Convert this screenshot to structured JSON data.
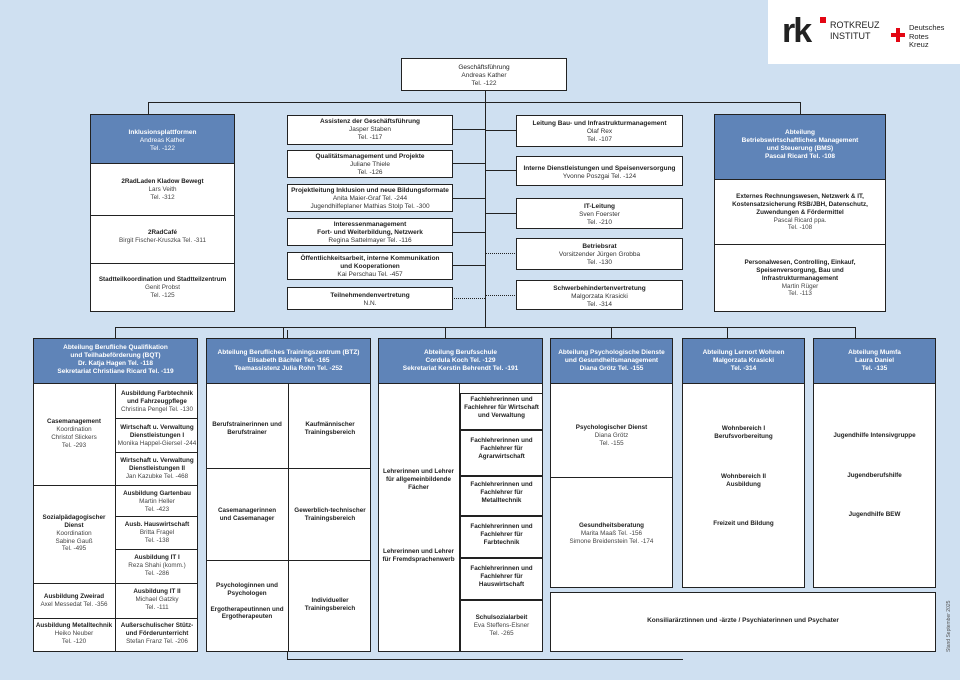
{
  "logo": {
    "rk": "rk",
    "name1": "ROTKREUZ",
    "name2": "INSTITUT",
    "drk1": "Deutsches",
    "drk2": "Rotes",
    "drk3": "Kreuz",
    "cross_color": "#e30613"
  },
  "gf": {
    "title": "Geschäftsführung",
    "name": "Andreas Kather",
    "tel": "Tel. -122"
  },
  "left": [
    {
      "title": "Assistenz der Geschäftsführung",
      "l1": "Jasper Staben",
      "l2": "Tel. -117"
    },
    {
      "title": "Qualitätsmanagement und Projekte",
      "l1": "Juliane Thiele",
      "l2": "Tel. -126"
    },
    {
      "title": "Projektleitung Inklusion und neue Bildungsformate",
      "l1": "Anita Maier-Graf Tel. -244",
      "l2": "Jugendhilfeplaner Mathias Stolp Tel. -300"
    },
    {
      "title": "Interessenmanagement",
      "t2": "Fort- und Weiterbildung, Netzwerk",
      "l1": "Regina Sattelmayer Tel. -116"
    },
    {
      "title": "Öffentlichkeitsarbeit, interne Kommunikation",
      "t2": "und Kooperationen",
      "l1": "Kai Perschau Tel. -457"
    },
    {
      "title": "Teilnehmendenvertretung",
      "l1": "N.N."
    }
  ],
  "right": [
    {
      "title": "Leitung Bau- und Infrastrukturmanagement",
      "l1": "Olaf Rex",
      "l2": "Tel. -107"
    },
    {
      "title": "Interne Dienstleistungen und Speisenversorgung",
      "l1": "Yvonne Poszgai Tel. -124"
    },
    {
      "title": "IT-Leitung",
      "l1": "Sven Foerster",
      "l2": "Tel. -210"
    },
    {
      "title": "Betriebsrat",
      "l1": "Vorsitzender Jürgen Grobba",
      "l2": "Tel. -130"
    },
    {
      "title": "Schwerbehindertenvertretung",
      "l1": "Malgorzata Krasicki",
      "l2": "Tel. -314"
    }
  ],
  "inklusion": {
    "head": {
      "title": "Inklusionsplattformen",
      "name": "Andreas Kather",
      "tel": "Tel. -122"
    },
    "items": [
      {
        "title": "2RadLaden Kladow Bewegt",
        "l1": "Lars Veith",
        "l2": "Tel. -312"
      },
      {
        "title": "2RadCafé",
        "l1": "Birgit Fischer-Kruszka Tel. -311"
      },
      {
        "title": "Stadtteilkoordination und Stadtteilzentrum",
        "l1": "Genit Probst",
        "l2": "Tel. -125"
      }
    ]
  },
  "bms": {
    "head": {
      "t1": "Abteilung",
      "t2": "Betriebswirtschaftliches Management",
      "t3": "und Steuerung (BMS)",
      "name": "Pascal Ricard Tel. -108"
    },
    "items": [
      {
        "t1": "Externes Rechnungswesen, Netzwerk & IT,",
        "t2": "Kostensatzsicherung RSB/JBH, Datenschutz,",
        "t3": "Zuwendungen & Fördermittel",
        "l1": "Pascal Ricard ppa.",
        "l2": "Tel. -108"
      },
      {
        "t1": "Personalwesen, Controlling, Einkauf,",
        "t2": "Speisenversorgung, Bau und",
        "t3": "Infrastrukturmanagement",
        "l1": "Martin Rüger",
        "l2": "Tel. -113"
      }
    ]
  },
  "bqt": {
    "head": {
      "t1": "Abteilung Berufliche Qualifikation",
      "t2": "und Teilhabeförderung (BQT)",
      "l1": "Dr. Katja Hagen Tel. -118",
      "l2": "Sekretariat Christiane Ricard Tel. -119"
    },
    "left": [
      {
        "title": "Casemanagement",
        "l1": "Koordination",
        "l2": "Christof Slickers",
        "l3": "Tel. -293"
      },
      {
        "title": "Sozialpädagogischer",
        "t2": "Dienst",
        "l1": "Koordination",
        "l2": "Sabine Gauß",
        "l3": "Tel. -495"
      },
      {
        "title": "Ausbildung Zweirad",
        "l1": "Axel Messedat Tel. -356"
      },
      {
        "title": "Ausbildung Metalltechnik",
        "l1": "Heiko Neuber",
        "l2": "Tel. -120"
      }
    ],
    "right": [
      {
        "title": "Ausbildung Farbtechnik",
        "t2": "und Fahrzeugpflege",
        "l1": "Christina Pengel Tel. -130"
      },
      {
        "title": "Wirtschaft u. Verwaltung",
        "t2": "Dienstleistungen I",
        "l1": "Monika Happel-Giersel -244"
      },
      {
        "title": "Wirtschaft u. Verwaltung",
        "t2": "Dienstleistungen II",
        "l1": "Jan Kazubke Tel. -468"
      },
      {
        "title": "Ausbildung Gartenbau",
        "l1": "Martin Heller",
        "l2": "Tel. -423"
      },
      {
        "title": "Ausb. Hauswirtschaft",
        "l1": "Britta Fragel",
        "l2": "Tel. -138"
      },
      {
        "title": "Ausbildung IT I",
        "l1": "Reza Shahi (komm.)",
        "l2": "Tel. -286"
      },
      {
        "title": "Ausbildung IT II",
        "l1": "Michael Gatzky",
        "l2": "Tel. -111"
      },
      {
        "title": "Außerschulischer Stütz-",
        "t2": "und Förderunterricht",
        "l1": "Stefan Franz Tel. -206"
      }
    ]
  },
  "btz": {
    "head": {
      "t1": "Abteilung Berufliches Trainingszentrum (BTZ)",
      "l1": "Elisabeth Bächler Tel. -165",
      "l2": "Teamassistenz Julia Rohn Tel. -252"
    },
    "cells": [
      {
        "t1": "Berufstrainerinnen und",
        "t2": "Berufstrainer"
      },
      {
        "t1": "Kaufmännischer",
        "t2": "Trainingsbereich"
      },
      {
        "t1": "Casemanagerinnen",
        "t2": "und Casemanager"
      },
      {
        "t1": "Gewerblich-technischer",
        "t2": "Trainingsbereich"
      },
      {
        "t1": "Psychologinnen und",
        "t2": "Psychologen",
        "t3": "",
        "t4": "Ergotherapeutinnen und",
        "t5": "Ergotherapeuten"
      },
      {
        "t1": "Individueller",
        "t2": "Trainingsbereich"
      }
    ]
  },
  "bs": {
    "head": {
      "t1": "Abteilung Berufsschule",
      "l1": "Cordula Koch Tel. -129",
      "l2": "Sekretariat Kerstin Behrendt Tel. -191"
    },
    "left": {
      "t1": "Lehrerinnen und Lehrer",
      "t2": "für allgemeinbildende",
      "t3": "Fächer",
      "t4": "Lehrerinnen und Lehrer",
      "t5": "für Fremdsprachenwerb"
    },
    "right": [
      {
        "t1": "Fachlehrerinnen und",
        "t2": "Fachlehrer für Wirtschaft",
        "t3": "und Verwaltung"
      },
      {
        "t1": "Fachlehrerinnen und",
        "t2": "Fachlehrer für",
        "t3": "Agrarwirtschaft"
      },
      {
        "t1": "Fachlehrerinnen und",
        "t2": "Fachlehrer für",
        "t3": "Metalltechnik"
      },
      {
        "t1": "Fachlehrerinnen und",
        "t2": "Fachlehrer für",
        "t3": "Farbtechnik"
      },
      {
        "t1": "Fachlehrerinnen und",
        "t2": "Fachlehrer für",
        "t3": "Hauswirtschaft"
      },
      {
        "t1": "Schulsozialarbeit",
        "l1": "Eva Steffens-Elsner",
        "l2": "Tel. -265"
      }
    ]
  },
  "pdg": {
    "head": {
      "t1": "Abteilung Psychologische Dienste",
      "t2": "und Gesundheitsmanagement",
      "l1": "Diana Grötz Tel. -155"
    },
    "items": [
      {
        "title": "Psychologischer Dienst",
        "l1": "Diana Grötz",
        "l2": "Tel. -155"
      },
      {
        "title": "Gesundheitsberatung",
        "l1": "Marita Maaß Tel. -156",
        "l2": "Simone Breidenstein Tel. -174"
      }
    ]
  },
  "lw": {
    "head": {
      "t1": "Abteilung Lernort Wohnen",
      "l1": "Malgorzata Krasicki",
      "l2": "Tel. -314"
    },
    "items": [
      {
        "t1": "Wohnbereich I",
        "t2": "Berufsvorbereitung"
      },
      {
        "t1": "Wohnbereich II",
        "t2": "Ausbildung"
      },
      {
        "t1": "Freizeit und Bildung"
      }
    ]
  },
  "mf": {
    "head": {
      "t1": "Abteilung Mumfa",
      "l1": "Laura Daniel",
      "l2": "Tel. -135"
    },
    "items": [
      {
        "t1": "Jugendhilfe Intensivgruppe"
      },
      {
        "t1": "Jugendberufshilfe"
      },
      {
        "t1": "Jugendhilfe BEW"
      }
    ]
  },
  "konsil": {
    "text": "Konsiliarärztinnen und -ärzte / Psychiaterinnen und Psychater"
  },
  "side": {
    "text": "Stand September 2025"
  }
}
